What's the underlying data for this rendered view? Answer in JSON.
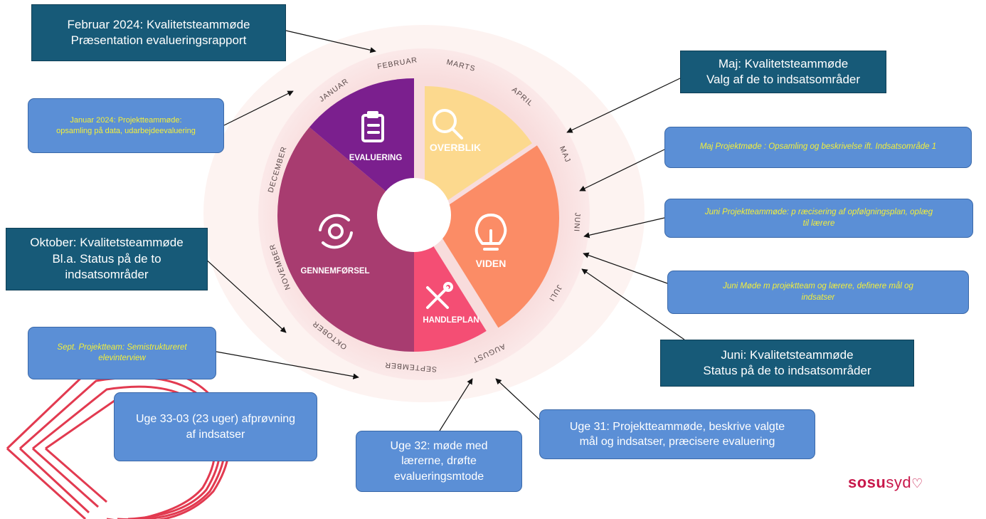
{
  "wheel": {
    "months": [
      "FEBRUAR",
      "MARTS",
      "APRIL",
      "MAJ",
      "JUNI",
      "JULI",
      "AUGUST",
      "SEPTEMBER",
      "OKTOBER",
      "NOVEMBER",
      "DECEMBER",
      "JANUAR"
    ],
    "segments": [
      {
        "id": "overblik",
        "label": "OVERBLIK",
        "icon": "magnifier-icon",
        "color": "#fcd98e"
      },
      {
        "id": "viden",
        "label": "VIDEN",
        "icon": "lightbulb-icon",
        "color": "#fb8c66"
      },
      {
        "id": "handleplan",
        "label": "HANDLEPLAN",
        "icon": "tools-icon",
        "color": "#f44e74"
      },
      {
        "id": "gennemforsel",
        "label": "GENNEMFØRSEL",
        "icon": "cycle-gear-icon",
        "color": "#a83c70"
      },
      {
        "id": "evaluering",
        "label": "EVALUERING",
        "icon": "clipboard-icon",
        "color": "#7b1f8e"
      }
    ]
  },
  "notes": {
    "feb": {
      "line1": "Februar 2024: Kvalitetsteammøde",
      "line2": "Præsentation evalueringsrapport"
    },
    "jan": {
      "line1": "Januar 2024: Projektteammøde:",
      "line2": "opsamling på data, udarbejdeevaluering"
    },
    "maj": {
      "line1": "Maj: Kvalitetsteammøde",
      "line2": "Valg af de to indsatsområder"
    },
    "maj_projekt": {
      "line1": "Maj Projektmøde : Opsamling og beskrivelse ift. Indsatsområde 1"
    },
    "juni_projekt": {
      "line1": "Juni Projektteammøde: p ræcisering af opfølgningsplan, oplæg",
      "line2": "til lærere"
    },
    "juni_mode": {
      "line1": "Juni Møde m projektteam og lærere, definere mål og",
      "line2": "indsatser"
    },
    "juni_kval": {
      "line1": "Juni: Kvalitetsteammøde",
      "line2": "Status på de to indsatsområder"
    },
    "okt": {
      "line1": "Oktober: Kvalitetsteammøde",
      "line2": "Bl.a. Status på de to",
      "line3": "indsatsområder"
    },
    "sept": {
      "line1": "Sept. Projektteam: Semistruktureret",
      "line2": "elevinterview"
    },
    "uge33": {
      "line1": "Uge 33-03 (23 uger) afprøvning",
      "line2": "af indsatser"
    },
    "uge32": {
      "line1": "Uge 32: møde med",
      "line2": "lærerne, drøfte",
      "line3": "evalueringsmtode"
    },
    "uge31": {
      "line1": "Uge 31: Projektteammøde, beskrive valgte",
      "line2": "mål og indsatser, præcisere evaluering"
    }
  },
  "logo": {
    "bold": "sosu",
    "thin": "syd",
    "mark": "heart-logo-icon"
  },
  "colors": {
    "dark_box": "#175a78",
    "light_box": "#5b8fd6",
    "yellow_text": "#f3ef3a",
    "brand": "#c8174a"
  }
}
